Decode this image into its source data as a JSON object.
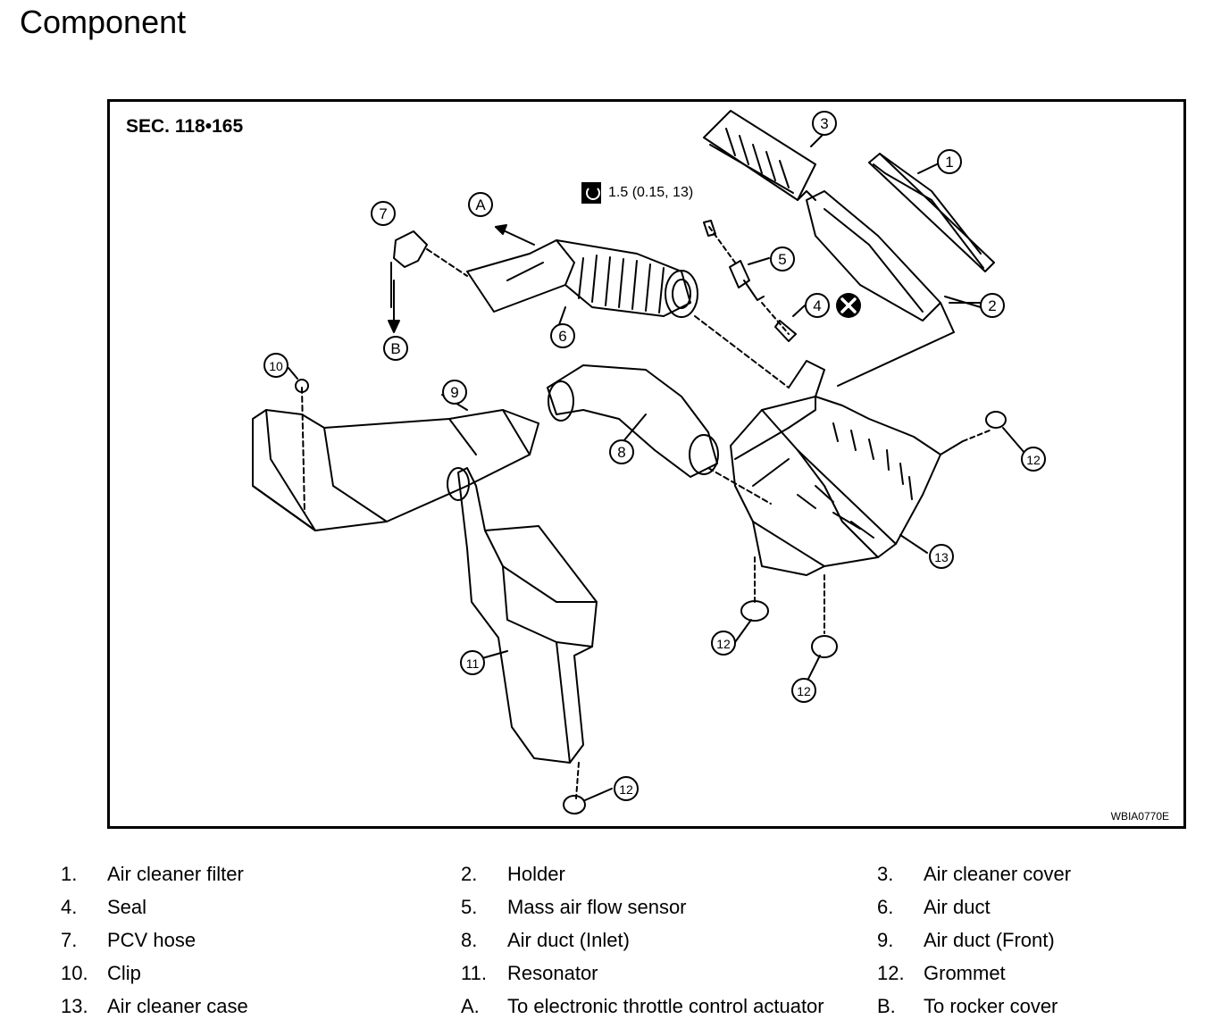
{
  "page": {
    "title": "Component"
  },
  "figure": {
    "section_label": "SEC. 118•165",
    "figure_code": "WBIA0770E",
    "torque_spec": "1.5 (0.15, 13)",
    "callouts": [
      "1",
      "2",
      "3",
      "4",
      "5",
      "6",
      "7",
      "8",
      "9",
      "10",
      "11",
      "12",
      "12",
      "12",
      "12",
      "13",
      "A",
      "B"
    ]
  },
  "legend": [
    {
      "num": "1.",
      "label": "Air cleaner filter"
    },
    {
      "num": "2.",
      "label": "Holder"
    },
    {
      "num": "3.",
      "label": "Air cleaner cover"
    },
    {
      "num": "4.",
      "label": "Seal"
    },
    {
      "num": "5.",
      "label": "Mass air flow sensor"
    },
    {
      "num": "6.",
      "label": "Air duct"
    },
    {
      "num": "7.",
      "label": "PCV hose"
    },
    {
      "num": "8.",
      "label": "Air duct (Inlet)"
    },
    {
      "num": "9.",
      "label": "Air duct (Front)"
    },
    {
      "num": "10.",
      "label": "Clip"
    },
    {
      "num": "11.",
      "label": "Resonator"
    },
    {
      "num": "12.",
      "label": "Grommet"
    },
    {
      "num": "13.",
      "label": "Air cleaner case"
    },
    {
      "num": "A.",
      "label": "To electronic throttle control actuator"
    },
    {
      "num": "B.",
      "label": "To rocker cover"
    }
  ]
}
